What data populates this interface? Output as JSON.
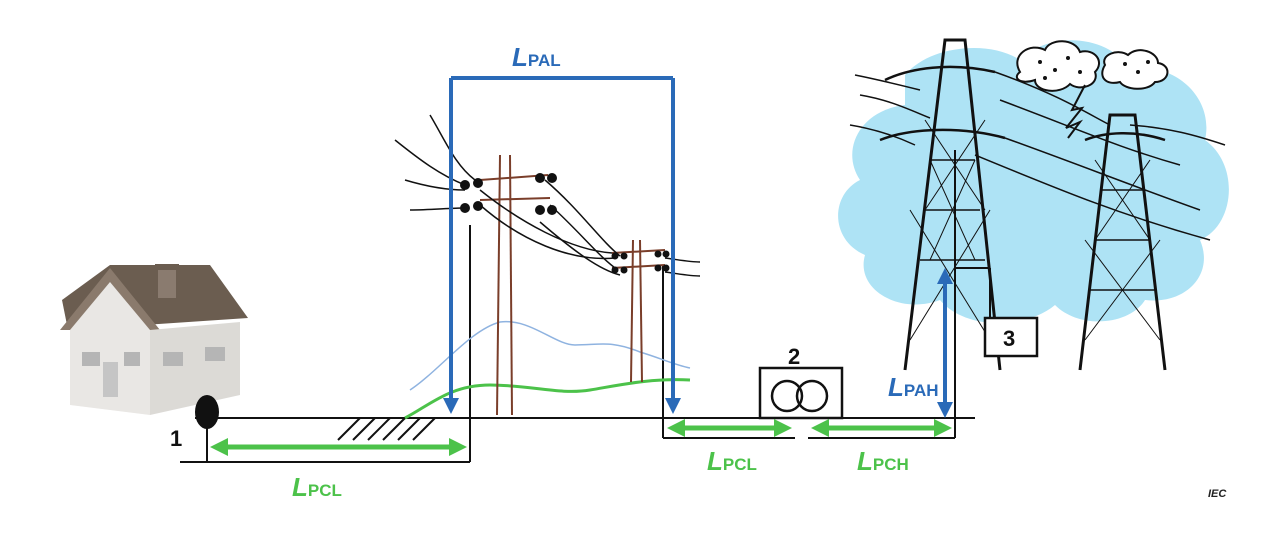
{
  "labels": {
    "l_pal": {
      "main": "L",
      "sub": "PAL"
    },
    "l_pah": {
      "main": "L",
      "sub": "PAH"
    },
    "l_pcl_left": {
      "main": "L",
      "sub": "PCL"
    },
    "l_pcl_right": {
      "main": "L",
      "sub": "PCL"
    },
    "l_pch": {
      "main": "L",
      "sub": "PCH"
    }
  },
  "markers": {
    "one": "1",
    "two": "2",
    "three": "3"
  },
  "credit": "IEC",
  "colors": {
    "aerial_blue": "#2a6ab8",
    "cable_green": "#4cc24a",
    "cloud_cyan": "#aee3f5",
    "wire_black": "#111111"
  }
}
